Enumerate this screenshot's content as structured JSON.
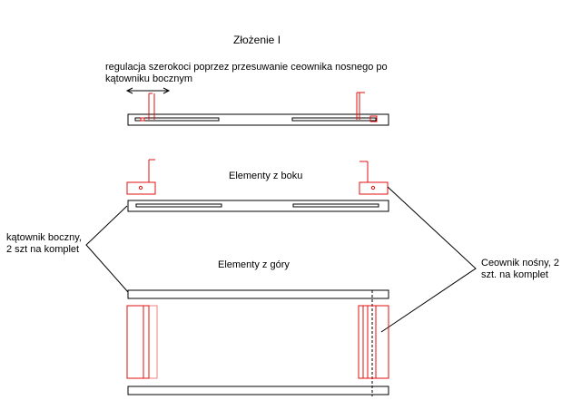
{
  "title": "Złożenie I",
  "note_line1": "regulacja szerokoci poprzez przesuwanie ceownika nosnego po",
  "note_line2": "kątowniku bocznym",
  "label_side": "Elementy z boku",
  "label_top": "Elementy z góry",
  "kat_line1": "kątownik boczny,",
  "kat_line2": "2 szt na komplet",
  "ceo_line1": "Ceownik nośny, 2",
  "ceo_line2": "szt. na komplet",
  "colors": {
    "outline": "#000000",
    "red": "#e01010",
    "pink": "#f08080",
    "background": "#ffffff"
  }
}
